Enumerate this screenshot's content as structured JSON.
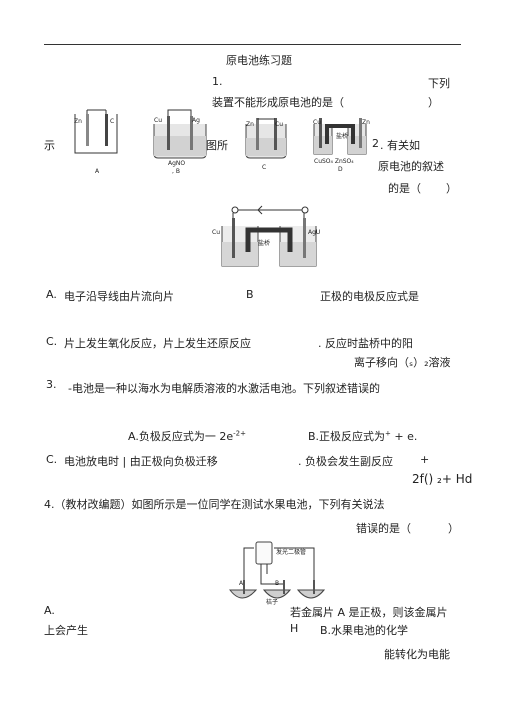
{
  "title": "原电池练习题",
  "q1": {
    "num": "1.",
    "text_tail": "下列",
    "text_line2": "装置不能形成原电池的是（",
    "paren_close": "）",
    "left_word": "示",
    "mid_word": "图所",
    "figA": {
      "labels": [
        "Zn",
        "C"
      ],
      "caption": "A"
    },
    "figB": {
      "labels": [
        "Cu",
        "Ag"
      ],
      "sol": "AgNO",
      "caption": ", B"
    },
    "figC": {
      "labels": [
        "Zn",
        "Cu"
      ],
      "caption": "C"
    },
    "figD": {
      "labels": [
        "Cu",
        "Zn"
      ],
      "bridge": "盐桥",
      "sol": "CuSO₄ ZnSO₄",
      "caption": "D"
    }
  },
  "q2": {
    "num": "2",
    "intro_a": ". 有关如",
    "intro_b": "原电池的叙述",
    "intro_c": "的是（",
    "paren_close": "）",
    "fig": {
      "left": "Cu",
      "right": "AgU",
      "bridge": "盐桥"
    },
    "optA": "电子沿导线由片流向片",
    "optB_letter": "B",
    "optB": "正极的电极反应式是",
    "optC": "片上发生氧化反应，片上发生还原反应",
    "optD_a": ". 反应时盐桥中的阳",
    "optD_b": "离子移向（ₛ）₂溶液"
  },
  "q3": {
    "num": "3.",
    "stem": "-电池是一种以海水为电解质溶液的水激活电池。下列叙述错误的",
    "optA": "A.负极反应式为一 2e",
    "optA_sup": "-2+",
    "optB": "B.正极反应式为",
    "optB_sup": "+",
    "optB_tail": " + e.",
    "optC": "电池放电时 | 由正极向负极迁移",
    "optD": ". 负极会发生副反应",
    "optD_plus": "+",
    "optD_b": "2f() ₂+ Hd"
  },
  "q4": {
    "stem": "4.（教材改编题）如图所示是一位同学在测试水果电池，下列有关说法",
    "tail": "错误的是（",
    "paren_close": "）",
    "fig": {
      "led": "发光二极管",
      "a": "A",
      "b": "B",
      "orange": "桔子"
    },
    "optA": "A.",
    "optA_line2": "上会产生",
    "optA_right": "若金属片 A 是正极，则该金属片",
    "optH": "H",
    "optB": "B.水果电池的化学",
    "optB_b": "能转化为电能"
  }
}
